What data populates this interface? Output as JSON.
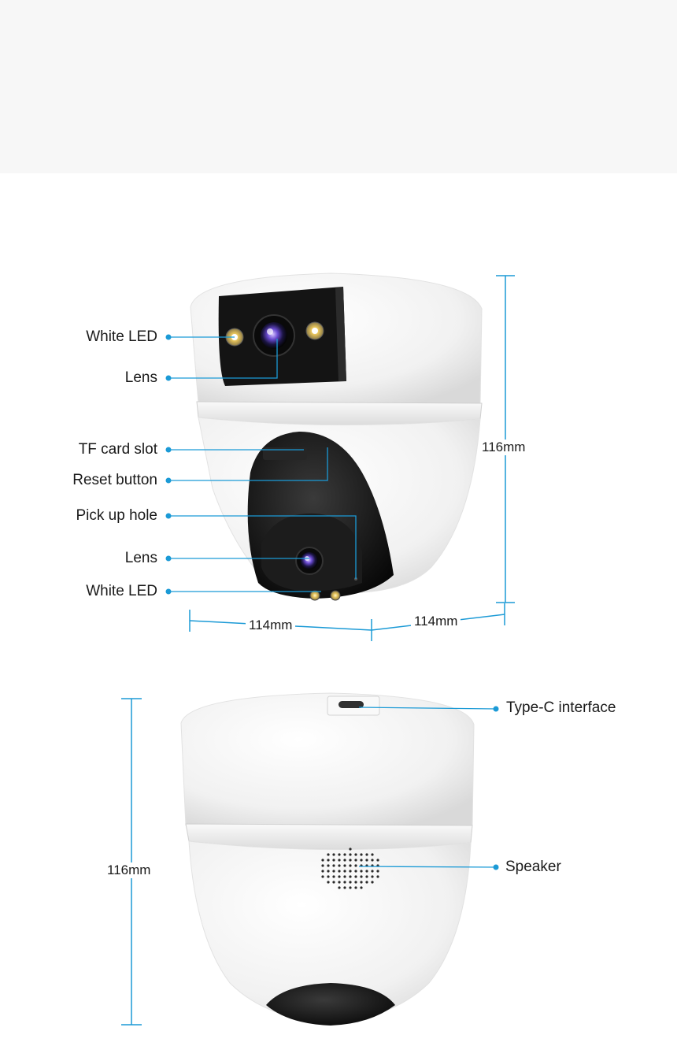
{
  "front_view": {
    "callouts": [
      {
        "id": "white-led-top",
        "label": "White LED"
      },
      {
        "id": "lens-top",
        "label": "Lens"
      },
      {
        "id": "tf-card-slot",
        "label": "TF card slot"
      },
      {
        "id": "reset-button",
        "label": "Reset button"
      },
      {
        "id": "pick-up-hole",
        "label": "Pick up hole"
      },
      {
        "id": "lens-bottom",
        "label": "Lens"
      },
      {
        "id": "white-led-bottom",
        "label": "White LED"
      }
    ],
    "dimensions": {
      "height": "116mm",
      "width": "114mm",
      "depth": "114mm"
    }
  },
  "back_view": {
    "callouts": [
      {
        "id": "type-c",
        "label": "Type-C interface"
      },
      {
        "id": "speaker",
        "label": "Speaker"
      }
    ],
    "dimensions": {
      "height": "116mm"
    }
  },
  "colors": {
    "accent": "#1b9ad6",
    "shell": "#f4f4f4",
    "dark": "#151515"
  }
}
